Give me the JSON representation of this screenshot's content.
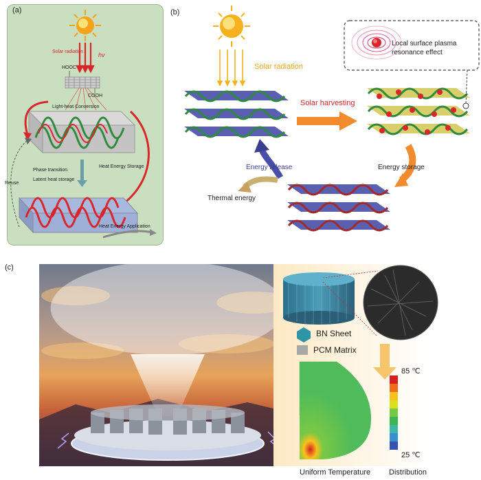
{
  "panel_a": {
    "label": "(a)",
    "solar_radiation": "Solar radiation",
    "hv": "hv",
    "hooc": "HOOC",
    "cooh": "COOH",
    "light_heat": "Light-heat Conversion",
    "phase_transition": "Phase transition",
    "latent_heat": "Latent heat storage",
    "heat_storage": "Heat Energy Storage",
    "reuse": "Reuse",
    "heat_application": "Heat Energy Application"
  },
  "panel_b": {
    "label": "(b)",
    "solar_radiation": "Solar radiation",
    "lspr_line1": "Local surface plasma",
    "lspr_line2": "resonance effect",
    "solar_harvesting": "Solar harvesting",
    "energy_release": "Energy release",
    "energy_storage": "Energy storage",
    "thermal_energy": "Thermal energy"
  },
  "panel_c": {
    "label": "(c)",
    "legend_bn": "BN Sheet",
    "legend_pcm": "PCM Matrix",
    "scale_max": "85 ℃",
    "scale_min": "25 ℃",
    "caption_left": "Uniform Temperature",
    "caption_right": "Distribution"
  },
  "colors": {
    "panel_a_bg": "#c9dfc0",
    "red_arrow": "#d8262b",
    "orange_text": "#e9a623",
    "energy_release": "#3b3f8f",
    "scale": [
      "#d62020",
      "#f06a1c",
      "#f7c21e",
      "#d7e11f",
      "#79c845",
      "#3fb552",
      "#40b7a6",
      "#3a8fd0",
      "#3550b0"
    ]
  }
}
